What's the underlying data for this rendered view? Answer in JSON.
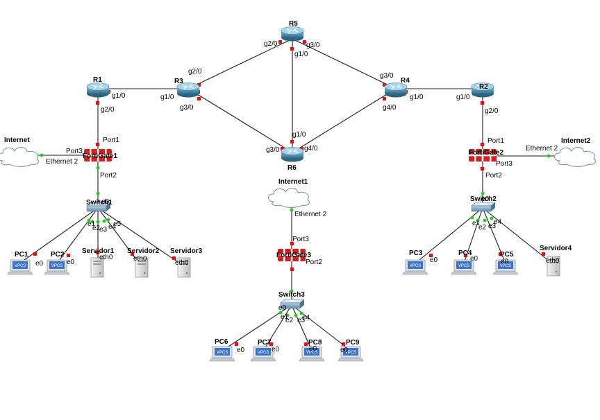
{
  "nodes": {
    "R5": "R5",
    "R1": "R1",
    "R3": "R3",
    "R4": "R4",
    "R2": "R2",
    "R6": "R6",
    "FG1": "FortiGate1",
    "FG2": "FortiGate2",
    "FG3": "FortiGate3",
    "SW1": "Switch1",
    "SW2": "Switch2",
    "SW3": "Switch3",
    "INT": "Internet",
    "INT1": "Internet1",
    "INT2": "Internet2",
    "PC1": "PC1",
    "PC2": "PC2",
    "PC3": "PC3",
    "PC4": "PC4",
    "PC5": "PC5",
    "PC6": "PC6",
    "PC7": "PC7",
    "PC8": "PC8",
    "PC9": "PC9",
    "SV1": "Servidor1",
    "SV2": "Servidor2",
    "SV3": "Servidor3",
    "SV4": "Servidor4"
  },
  "vpcs_label": "VPCS",
  "ports": {
    "g2_0": "g2/0",
    "g3_0": "g3/0",
    "g1_0": "g1/0",
    "g4_0": "g4/0",
    "port1": "Port1",
    "port2": "Port2",
    "port3": "Port3",
    "eth2": "Ethernet 2",
    "e0": "e0",
    "e1": "e1",
    "e2": "e2",
    "e3": "e3",
    "e4": "e4",
    "e5": "e5",
    "eth0": "eth0"
  },
  "colors": {
    "port_down": "#dd1111",
    "port_up": "#22cc22",
    "link": "#1a1a1a"
  }
}
